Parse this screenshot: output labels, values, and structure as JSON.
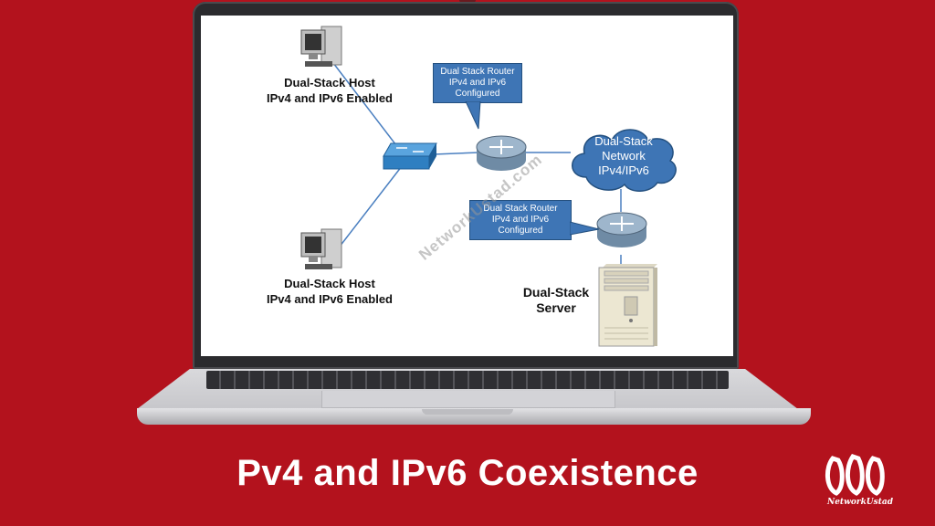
{
  "diagram": {
    "hosts": [
      {
        "name": "Dual-Stack Host",
        "detail": "IPv4 and IPv6 Enabled"
      },
      {
        "name": "Dual-Stack Host",
        "detail": "IPv4 and IPv6 Enabled"
      }
    ],
    "router_callouts": [
      {
        "line1": "Dual Stack Router",
        "line2": "IPv4 and IPv6",
        "line3": "Configured"
      },
      {
        "line1": "Dual Stack Router",
        "line2": "IPv4 and IPv6",
        "line3": "Configured"
      }
    ],
    "cloud": {
      "line1": "Dual-Stack",
      "line2": "Network",
      "line3": "IPv4/IPv6"
    },
    "server": {
      "line1": "Dual-Stack",
      "line2": "Server"
    },
    "watermark": "NetworkUstad.com"
  },
  "title": "Pv4 and IPv6 Coexistence",
  "brand": {
    "name": "NetworkUstad"
  },
  "colors": {
    "background": "#b3121d",
    "callout": "#3e75b5",
    "switch": "#2f7fc1"
  }
}
